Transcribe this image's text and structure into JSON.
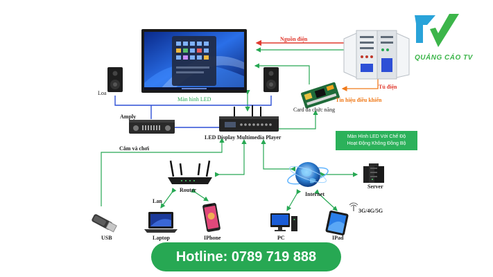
{
  "brand": {
    "name": "QUẢNG CÁO TV",
    "accent": "#3cb54a",
    "secondary": "#29a3d9"
  },
  "colors": {
    "green_line": "#27a853",
    "blue_line": "#2d4fd6",
    "red_line": "#e03a2f",
    "orange_line": "#f07a1a"
  },
  "labels": {
    "power": "Nguồn điện",
    "cabinet": "Tủ điện",
    "control_signal": "Tín hiệu điều khiển",
    "multi_card": "Card đa chức năng",
    "speaker": "Loa",
    "led_screen": "Màn hình LED",
    "amply": "Amply",
    "player": "LED Display Multimedia Player",
    "plug_play": "Cắm và chơi",
    "router": "Router",
    "internet": "Internet",
    "server": "Server",
    "lan": "Lan",
    "mobile": "3G/4G/5G",
    "usb": "USB",
    "laptop": "Laptop",
    "iphone": "IPhone",
    "pc": "PC",
    "ipad": "IPad"
  },
  "note": {
    "line1": "Màn Hình LED Với Chế Độ",
    "line2": "Hoạt Động Không Đồng Bộ"
  },
  "hotline": "Hotline: 0789 719 888"
}
